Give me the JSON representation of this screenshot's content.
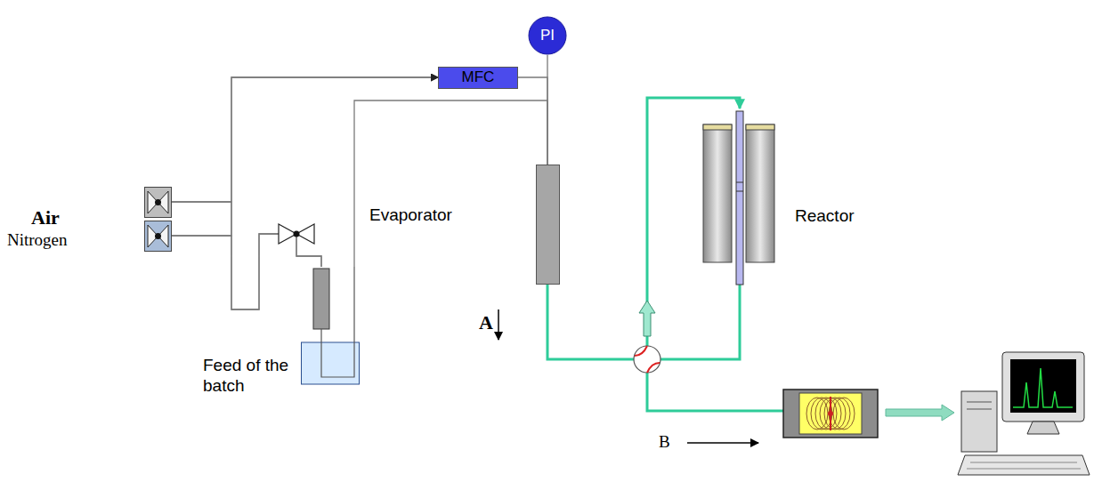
{
  "diagram": {
    "nodes": [
      {
        "text": [
          "Air"
        ]
      },
      {
        "text": [
          "Nitrogen"
        ]
      },
      {
        "text": [
          "MFC"
        ]
      },
      {
        "text": [
          "PI"
        ]
      },
      {
        "text": [
          "Feed of the batch"
        ]
      },
      {
        "text": [
          "Evaporator"
        ]
      },
      {
        "text": [
          "Reactor"
        ]
      }
    ],
    "edges": [
      {
        "from": 0,
        "to": 2,
        "arrow": "to"
      },
      {
        "from": 1,
        "to": 2,
        "arrow": "to"
      },
      {
        "from": 0,
        "to": 4,
        "arrow": "none"
      },
      {
        "from": 1,
        "to": 4,
        "arrow": "none"
      },
      {
        "from": 2,
        "to": 5,
        "arrow": "none"
      },
      {
        "from": 4,
        "to": 5,
        "arrow": "none"
      },
      {
        "from": 3,
        "to": 5,
        "arrow": "none"
      },
      {
        "from": 5,
        "to": 6,
        "arrow": "to"
      }
    ],
    "labels": [
      "A",
      "B"
    ]
  }
}
